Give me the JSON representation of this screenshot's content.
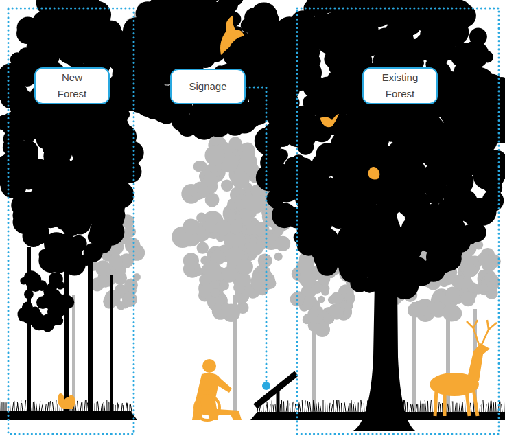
{
  "diagram": {
    "nodes": [
      {
        "text": [
          "New Forest"
        ]
      },
      {
        "text": [
          "Signage"
        ]
      },
      {
        "text": [
          "Existing Forest"
        ]
      }
    ]
  }
}
